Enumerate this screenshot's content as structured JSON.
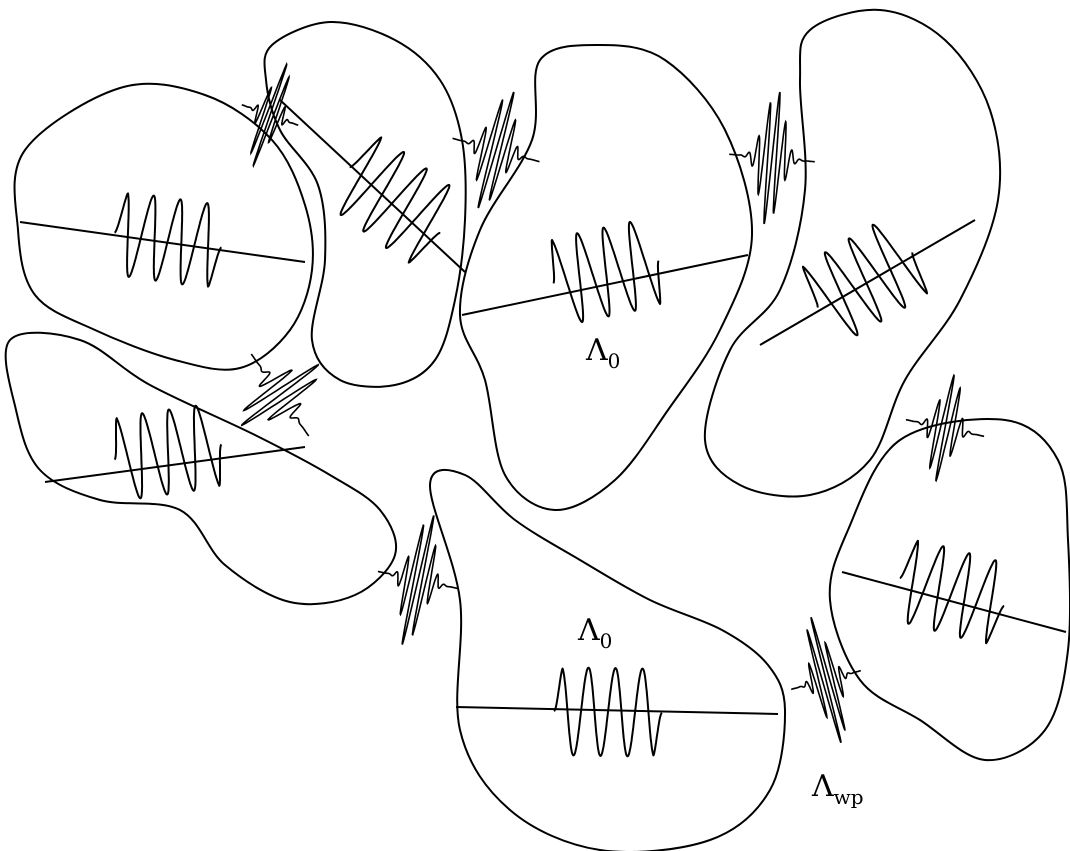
{
  "labels": {
    "lambda0_a": {
      "symbol": "Λ",
      "sub": "0"
    },
    "lambda0_b": {
      "symbol": "Λ",
      "sub": "0"
    },
    "lambda_wp": {
      "symbol": "Λ",
      "sub": "wp"
    }
  },
  "style": {
    "stroke": "#000000",
    "background": "#ffffff"
  }
}
